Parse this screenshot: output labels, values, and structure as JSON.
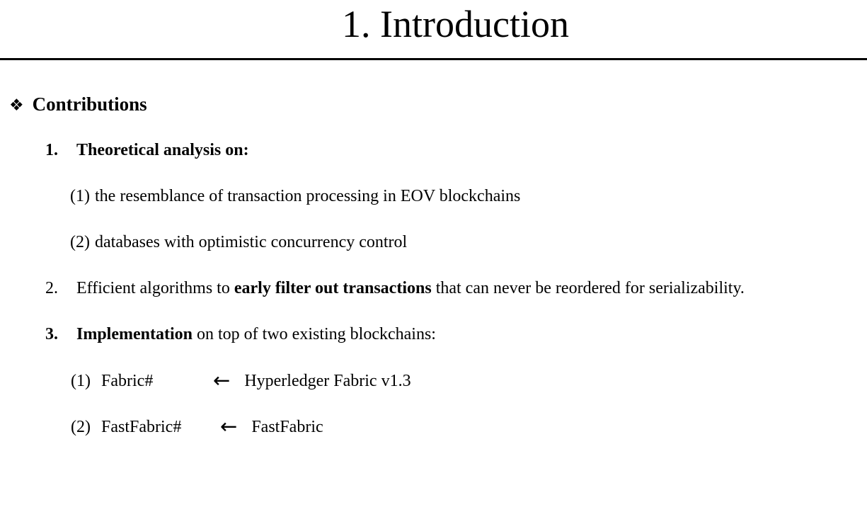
{
  "slide": {
    "title": "1. Introduction",
    "heading": {
      "icon": "❖",
      "label": "Contributions"
    },
    "items": [
      {
        "number": "1.",
        "text": "Theoretical analysis on:"
      },
      {
        "marker": "(1)",
        "text": "the resemblance of transaction processing in EOV blockchains"
      },
      {
        "marker": "(2)",
        "text": "databases with optimistic concurrency control"
      },
      {
        "number": "2.",
        "text_before": "Efficient algorithms to ",
        "text_bold": "early filter out transactions",
        "text_after": " that can never be reordered for serializability."
      },
      {
        "number": "3.",
        "text_bold": "Implementation",
        "text_after": " on top of two existing blockchains:"
      },
      {
        "marker": "(1)",
        "label": "Fabric#",
        "arrow": "←",
        "source": "Hyperledger Fabric v1.3"
      },
      {
        "marker": "(2)",
        "label": "FastFabric#",
        "arrow": "←",
        "source": "FastFabric"
      }
    ],
    "colors": {
      "text": "#000000",
      "background": "#ffffff",
      "rule": "#000000"
    }
  }
}
